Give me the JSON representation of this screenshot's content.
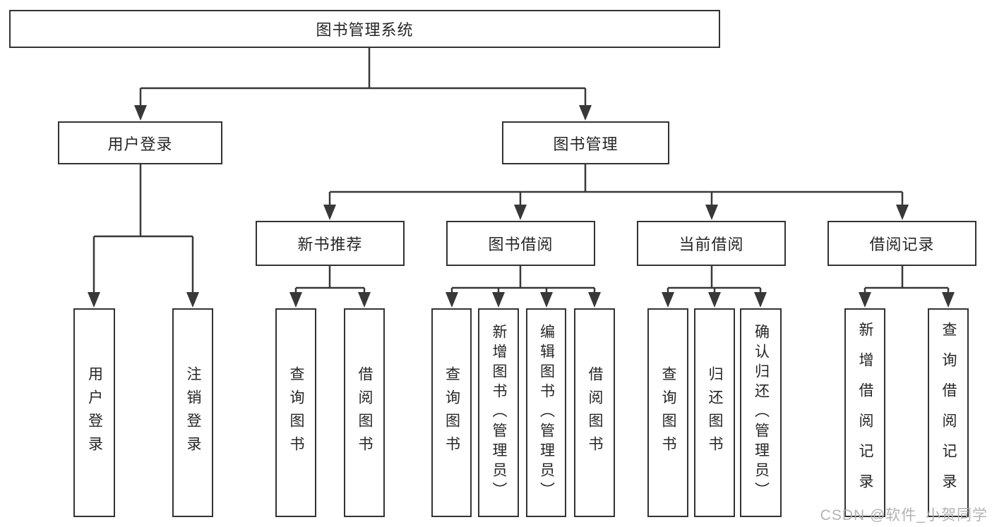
{
  "diagram": {
    "title": "图书管理系统",
    "modules": [
      {
        "label": "用户登录",
        "features": [
          "用户登录",
          "注销登录"
        ]
      },
      {
        "label": "图书管理",
        "submodules": [
          {
            "label": "新书推荐",
            "features": [
              "查询图书",
              "借阅图书"
            ]
          },
          {
            "label": "图书借阅",
            "features": [
              "查询图书",
              "新增图书（管理员）",
              "编辑图书（管理员）",
              "借阅图书"
            ]
          },
          {
            "label": "当前借阅",
            "features": [
              "查询图书",
              "归还图书",
              "确认归还（管理员）"
            ]
          },
          {
            "label": "借阅记录",
            "features": [
              "新增借阅记录",
              "查询借阅记录"
            ]
          }
        ]
      }
    ]
  },
  "watermark": "CSDN @软件_小贺同学",
  "colors": {
    "line": "#383838",
    "box_border": "#333333",
    "text": "#262626",
    "watermark": "#afafaf",
    "background": "#ffffff"
  }
}
